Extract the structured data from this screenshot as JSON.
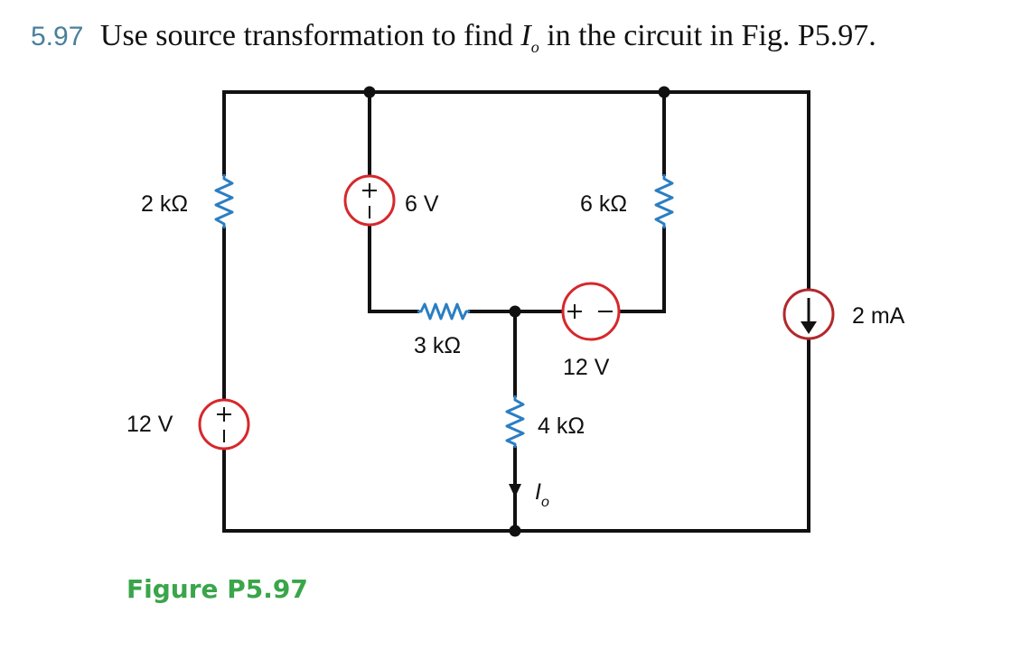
{
  "problem": {
    "number": "5.97",
    "text_before": "Use source transformation to find",
    "current_symbol": "I",
    "current_subscript": "o",
    "text_after": "in the circuit in Fig. P5.97."
  },
  "figure": {
    "caption": "Figure P5.97"
  },
  "components": {
    "r_2k": "2 kΩ",
    "v_6": "6 V",
    "r_6k": "6 kΩ",
    "r_3k": "3 kΩ",
    "v_12_mid": "12 V",
    "i_2ma": "2 mA",
    "v_12_left": "12 V",
    "r_4k": "4 kΩ",
    "io_symbol": "I",
    "io_subscript": "o"
  },
  "colors": {
    "wire": "#111111",
    "resistor": "#2b7ec2",
    "voltage_source": "#d6282c",
    "current_source": "#b2282c",
    "problem_number": "#4a7f9c",
    "caption": "#3aa54a"
  }
}
